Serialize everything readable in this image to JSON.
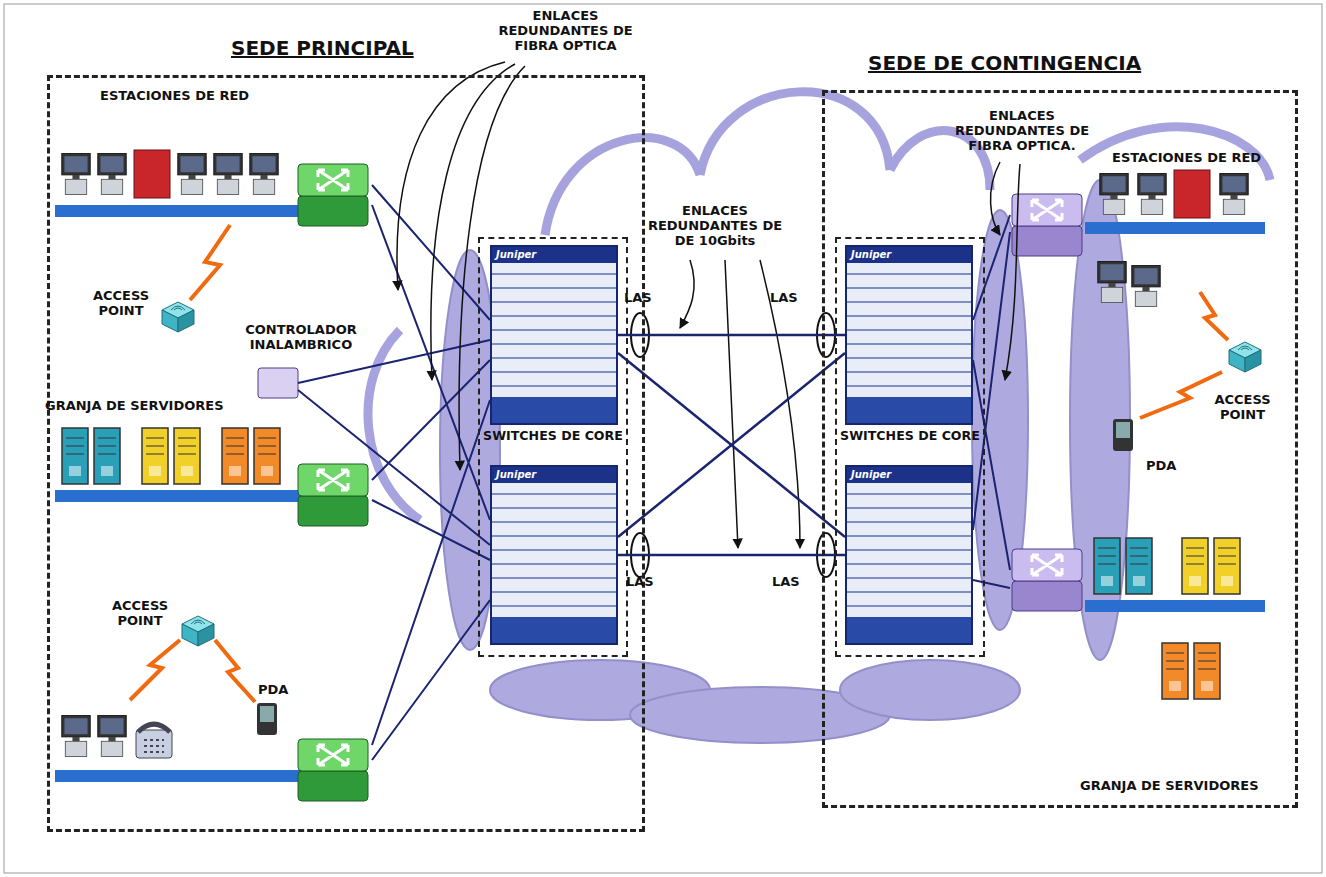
{
  "diagram": {
    "nodes": [
      {
        "text": [
          "SEDE PRINCIPAL"
        ]
      },
      {
        "text": [
          "SWITCHES DE CORE"
        ],
        "in": 0
      },
      {
        "text": [
          "Juniper"
        ],
        "in": 1
      },
      {
        "text": [
          "Juniper"
        ],
        "in": 1
      },
      {
        "text": [
          "SEDE DE CONTINGENCIA"
        ]
      },
      {
        "text": [
          "SWITCHES DE CORE"
        ],
        "in": 4
      },
      {
        "text": [
          "Juniper"
        ],
        "in": 5
      },
      {
        "text": [
          "Juniper"
        ],
        "in": 5
      }
    ],
    "edges": [
      {
        "from": 2,
        "to": 6,
        "arrow": "none"
      },
      {
        "from": 3,
        "to": 7,
        "arrow": "none"
      },
      {
        "from": 2,
        "to": 7,
        "arrow": "none"
      },
      {
        "from": 3,
        "to": 6,
        "arrow": "none"
      }
    ],
    "labels": [
      "ESTACIONES DE RED",
      "ACCESS POINT",
      "CONTROLADOR INALAMBRICO",
      "GRANJA DE SERVIDORES",
      "ACCESS POINT",
      "PDA",
      "ENLACES REDUNDANTES DE FIBRA OPTICA",
      "ENLACES REDUNDANTES DE DE 10Gbits",
      "LAS",
      "LAS",
      "LAS",
      "LAS",
      "ENLACES REDUNDANTES DE FIBRA OPTICA.",
      "ESTACIONES DE RED",
      "ACCESS POINT",
      "PDA",
      "GRANJA DE SERVIDORES"
    ]
  }
}
